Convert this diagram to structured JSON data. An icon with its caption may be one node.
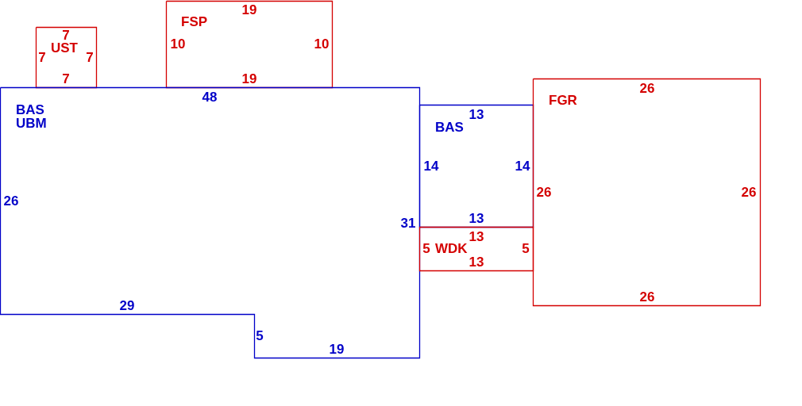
{
  "diagram": {
    "nodes": [
      {
        "text": [
          "UST",
          "7",
          "7",
          "7",
          "7"
        ]
      },
      {
        "text": [
          "FSP",
          "19",
          "10",
          "10",
          "19"
        ]
      },
      {
        "text": [
          "BAS",
          "UBM",
          "48",
          "26",
          "29",
          "5",
          "19",
          "31"
        ]
      },
      {
        "text": [
          "BAS",
          "13",
          "14",
          "14",
          "13"
        ]
      },
      {
        "text": [
          "WDK",
          "13",
          "5",
          "5",
          "13"
        ]
      },
      {
        "text": [
          "FGR",
          "26",
          "26",
          "26",
          "26"
        ]
      }
    ]
  }
}
